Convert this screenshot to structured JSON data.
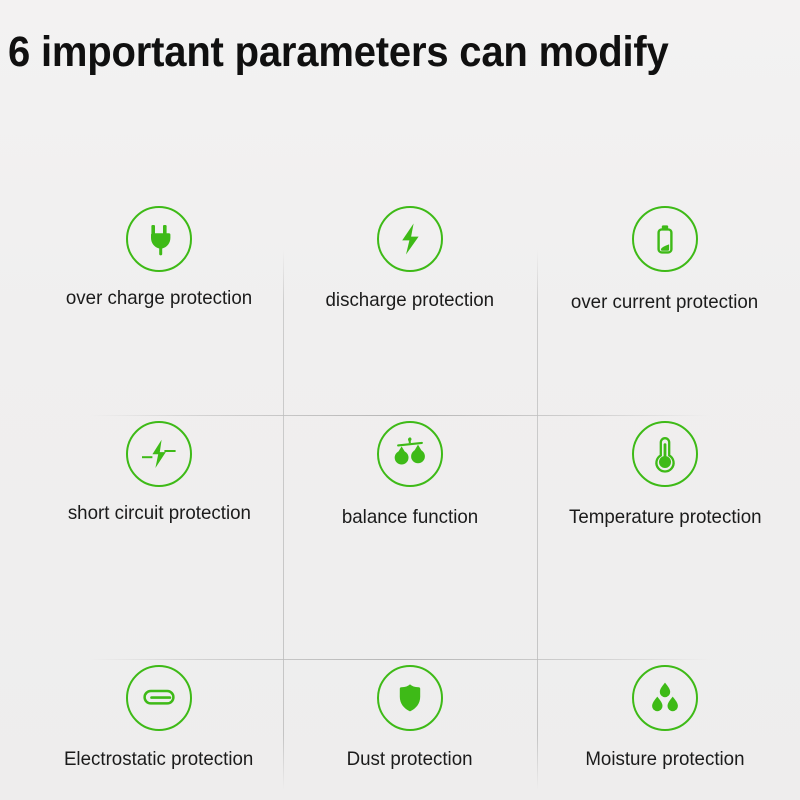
{
  "page": {
    "title": "6 important parameters can modify",
    "background_color": "#efeeee",
    "accent_color": "#3eba17",
    "text_color": "#1b1b1b"
  },
  "grid": {
    "columns": 3,
    "rows": 3,
    "cells": [
      {
        "icon": "power-plug-icon",
        "label": "over charge protection"
      },
      {
        "icon": "lightning-bolt-icon",
        "label": "discharge protection"
      },
      {
        "icon": "battery-icon",
        "label": "over current protection"
      },
      {
        "icon": "short-circuit-icon",
        "label": "short circuit protection"
      },
      {
        "icon": "balance-scale-icon",
        "label": "balance function"
      },
      {
        "icon": "thermometer-icon",
        "label": "Temperature protection"
      },
      {
        "icon": "electrostatic-icon",
        "label": "Electrostatic protection"
      },
      {
        "icon": "shield-icon",
        "label": "Dust protection"
      },
      {
        "icon": "water-droplets-icon",
        "label": "Moisture protection"
      }
    ]
  }
}
